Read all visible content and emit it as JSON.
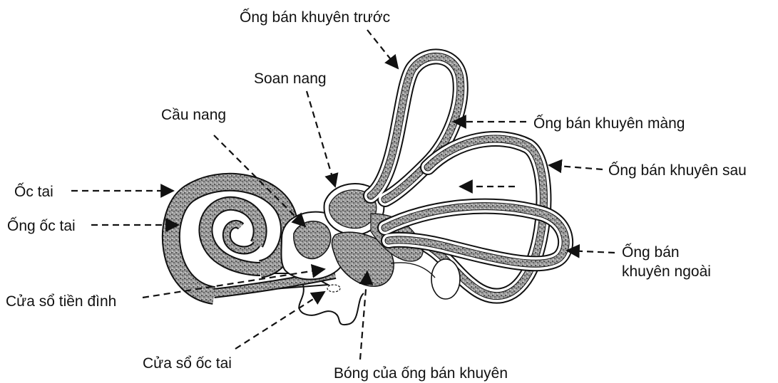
{
  "labels": {
    "anterior_canal": "Ống bán khuyên trước",
    "utricle": "Soan nang",
    "saccule": "Cầu nang",
    "membranous_canal": "Ống bán khuyên màng",
    "posterior_canal": "Ống bán khuyên sau",
    "cochlea": "Ốc tai",
    "cochlear_duct": "Ống ốc tai",
    "lateral_canal_line1": "Ống bán",
    "lateral_canal_line2": "khuyên ngoài",
    "oval_window": "Cửa sổ tiền đình",
    "round_window": "Cửa sổ ốc tai",
    "ampulla": "Bóng của ống bán khuyên"
  }
}
